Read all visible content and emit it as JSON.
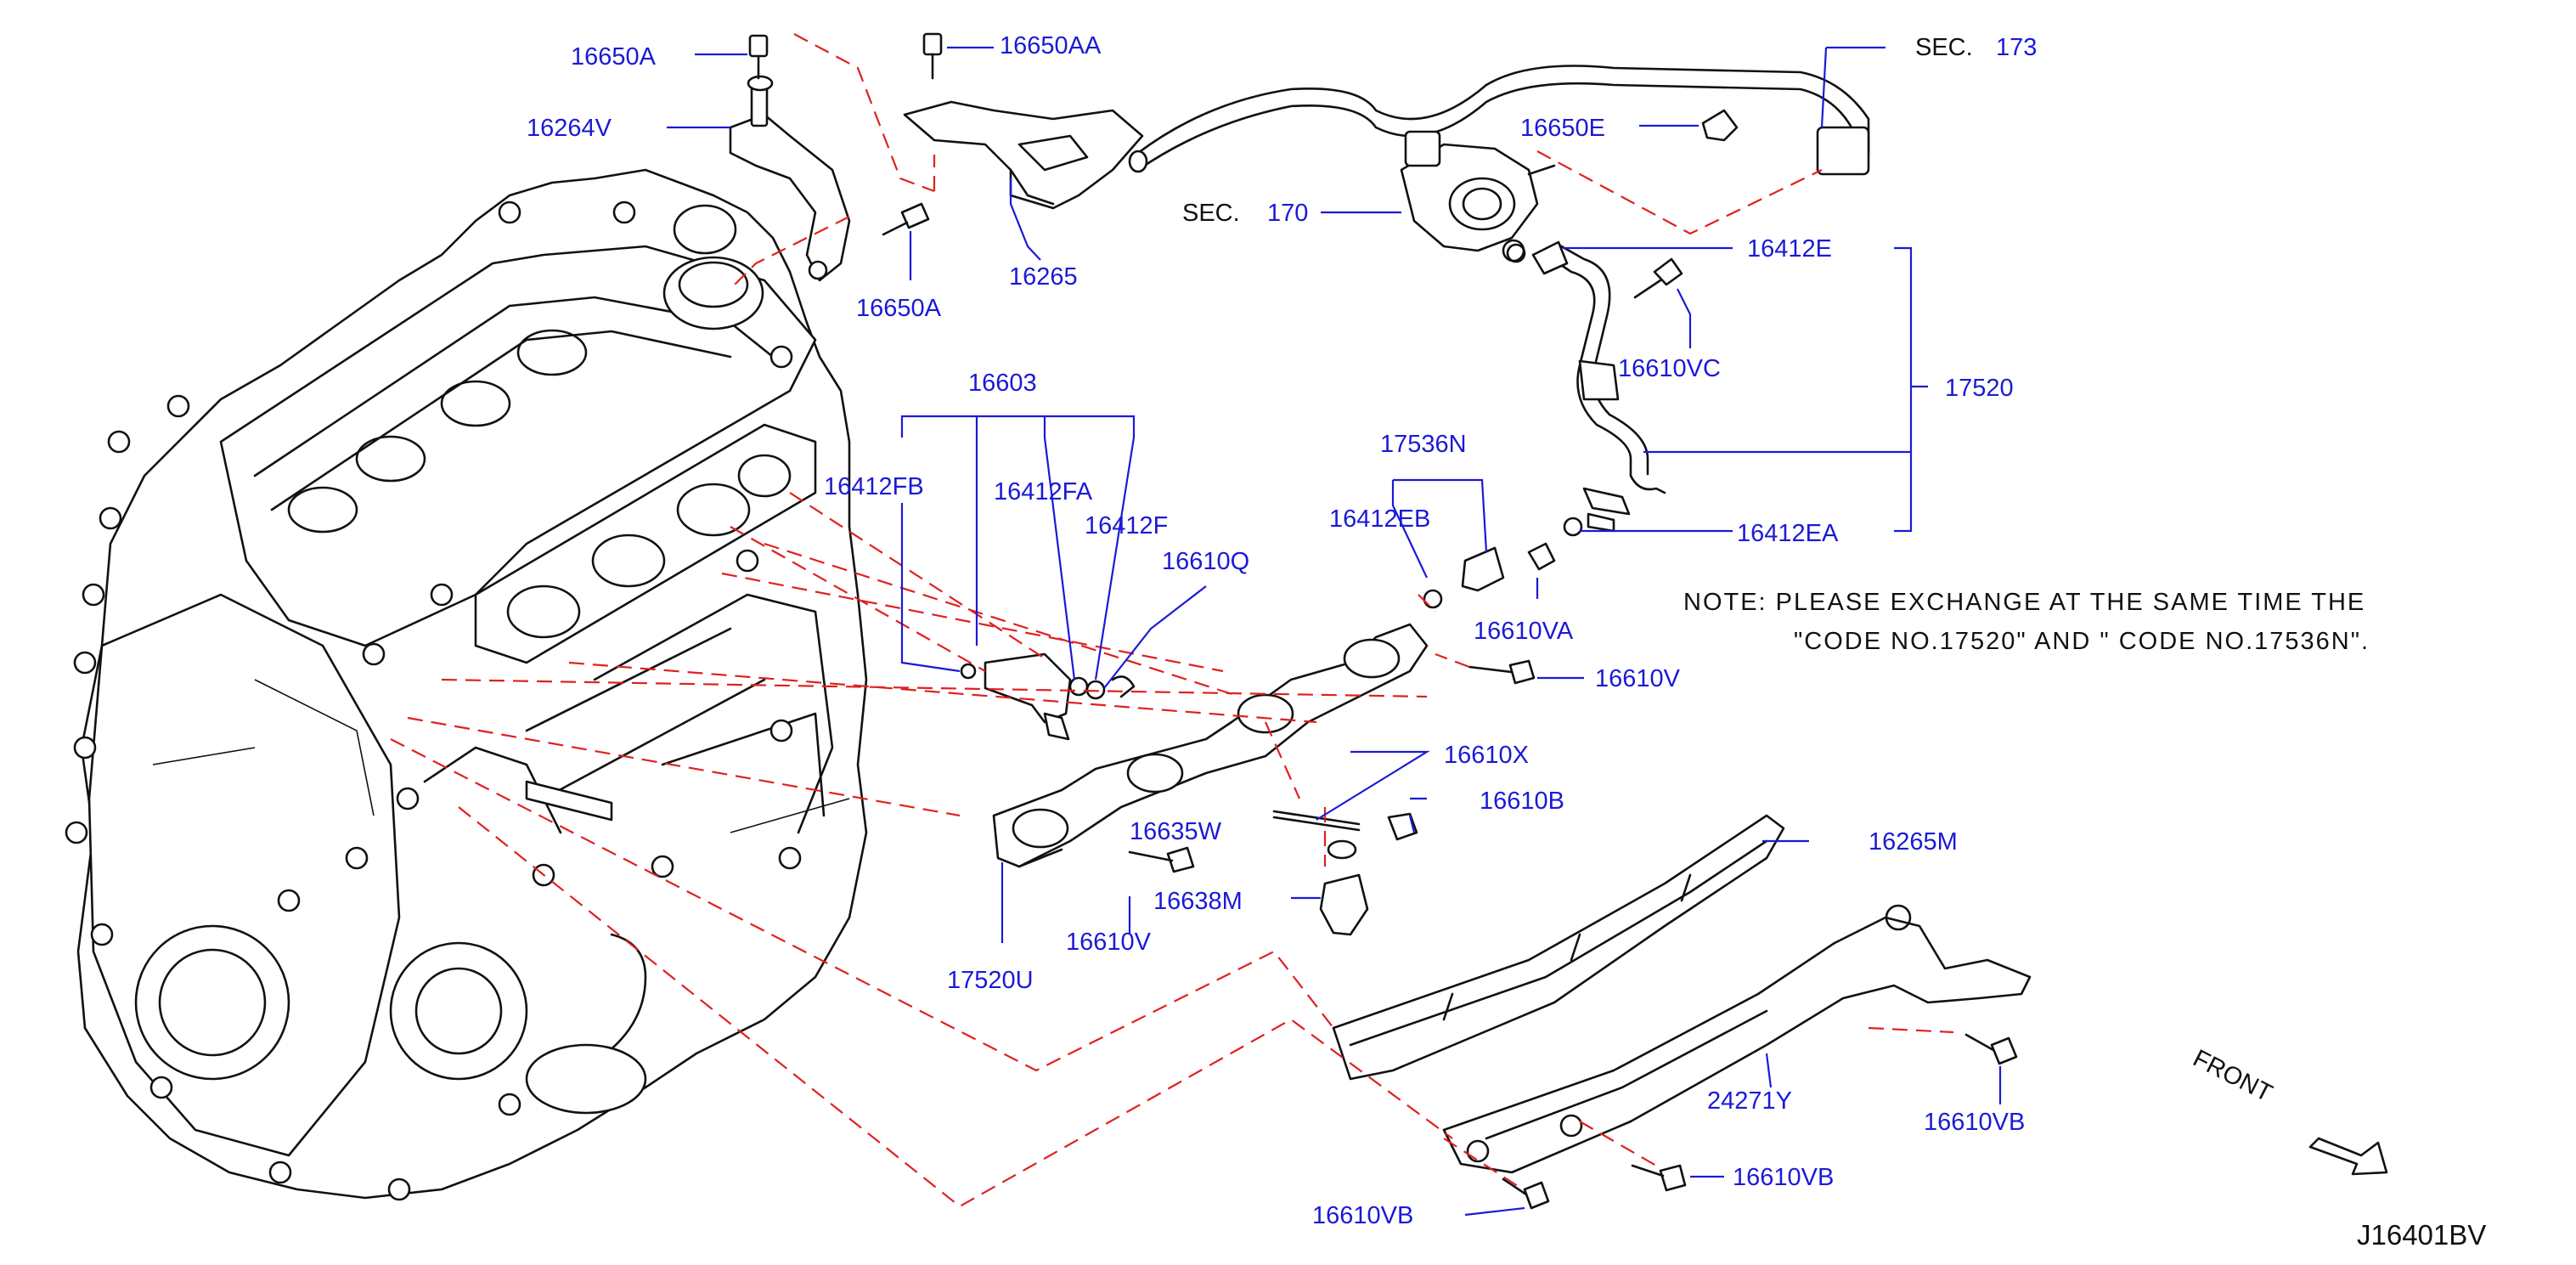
{
  "diagram": {
    "code": "J16401BV",
    "front_label": "FRONT",
    "note": {
      "line1": "NOTE:  PLEASE  EXCHANGE  AT  THE  SAME  TIME  THE",
      "line2": "\"CODE  NO.17520\"  AND  \"  CODE  NO.17536N\"."
    },
    "sections": [
      {
        "prefix": "SEC.",
        "number": "173"
      },
      {
        "prefix": "SEC.",
        "number": "170"
      }
    ],
    "parts": [
      "16650A",
      "16650AA",
      "16264V",
      "16650E",
      "16265",
      "16650A",
      "16412E",
      "16610VC",
      "17520",
      "16603",
      "16412FB",
      "16412FA",
      "16412F",
      "17536N",
      "16412EB",
      "16412EA",
      "16610Q",
      "16610VA",
      "16610V",
      "16610X",
      "16610B",
      "16635W",
      "16265M",
      "16638M",
      "16610V",
      "17520U",
      "24271Y",
      "16610VB",
      "16610VB",
      "16610VB"
    ]
  },
  "colors": {
    "label": "#1a1ad6",
    "leader": "#1a1ad6",
    "dashed_leader": "#e02020",
    "linework": "#111111",
    "background": "#ffffff"
  }
}
